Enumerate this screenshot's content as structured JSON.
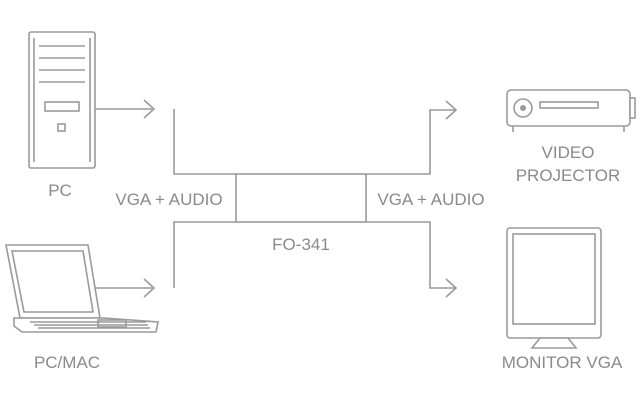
{
  "labels": {
    "pc": "PC",
    "pc_mac": "PC/MAC",
    "input_signal": "VGA + AUDIO",
    "output_signal": "VGA + AUDIO",
    "device_model": "FO-341",
    "projector_line1": "VIDEO",
    "projector_line2": "PROJECTOR",
    "monitor": "MONITOR VGA"
  },
  "colors": {
    "stroke": "#9a9a9a",
    "text": "#8a8a8a",
    "background": "#ffffff"
  },
  "icons": [
    "pc-tower-icon",
    "laptop-icon",
    "video-projector-icon",
    "monitor-icon",
    "arrow-icon"
  ]
}
